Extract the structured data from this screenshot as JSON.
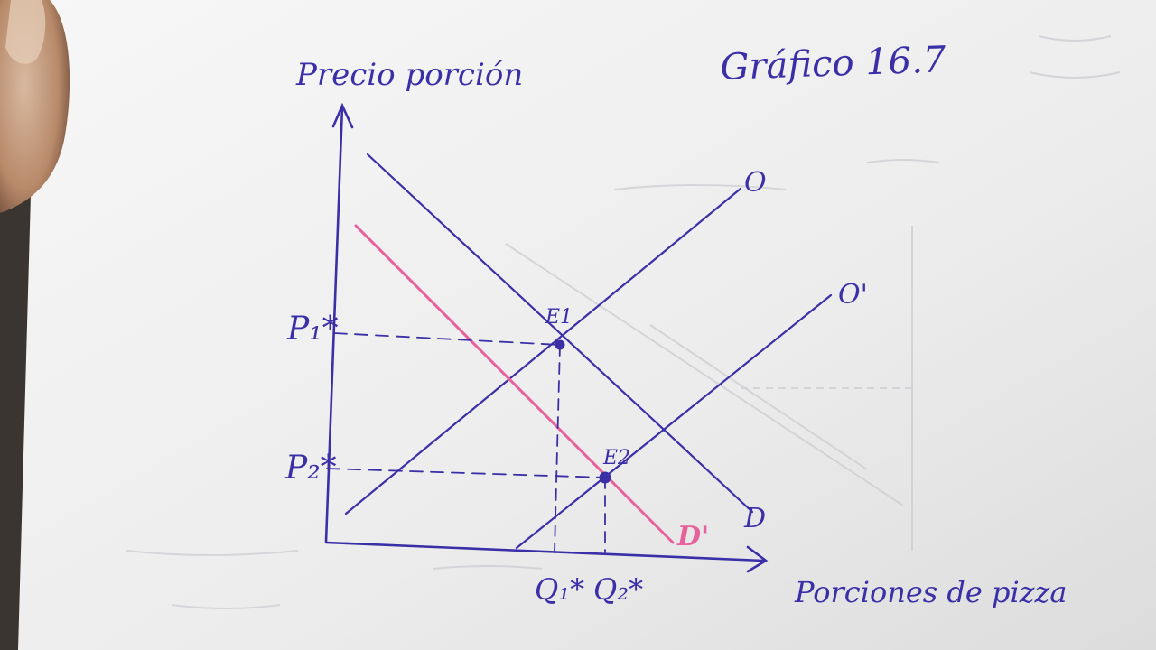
{
  "diagram": {
    "title": "Gráfico 16.7",
    "y_axis_label": "Precio porción",
    "x_axis_label": "Porciones de pizza",
    "price_labels": {
      "p1": "P₁*",
      "p2": "P₂*"
    },
    "quantity_labels": {
      "q1": "Q₁*",
      "q2": "Q₂*"
    },
    "curves": {
      "supply_original": "O",
      "supply_new": "O'",
      "demand_original": "D",
      "demand_new": "D'"
    },
    "equilibria": {
      "e1": "E1",
      "e2": "E2"
    }
  },
  "colors": {
    "ink": "#3b2fa8",
    "highlight": "#e8609c",
    "paper": "#efefef",
    "background": "#3a3530",
    "ghost_ink": "#c8c8cc"
  }
}
